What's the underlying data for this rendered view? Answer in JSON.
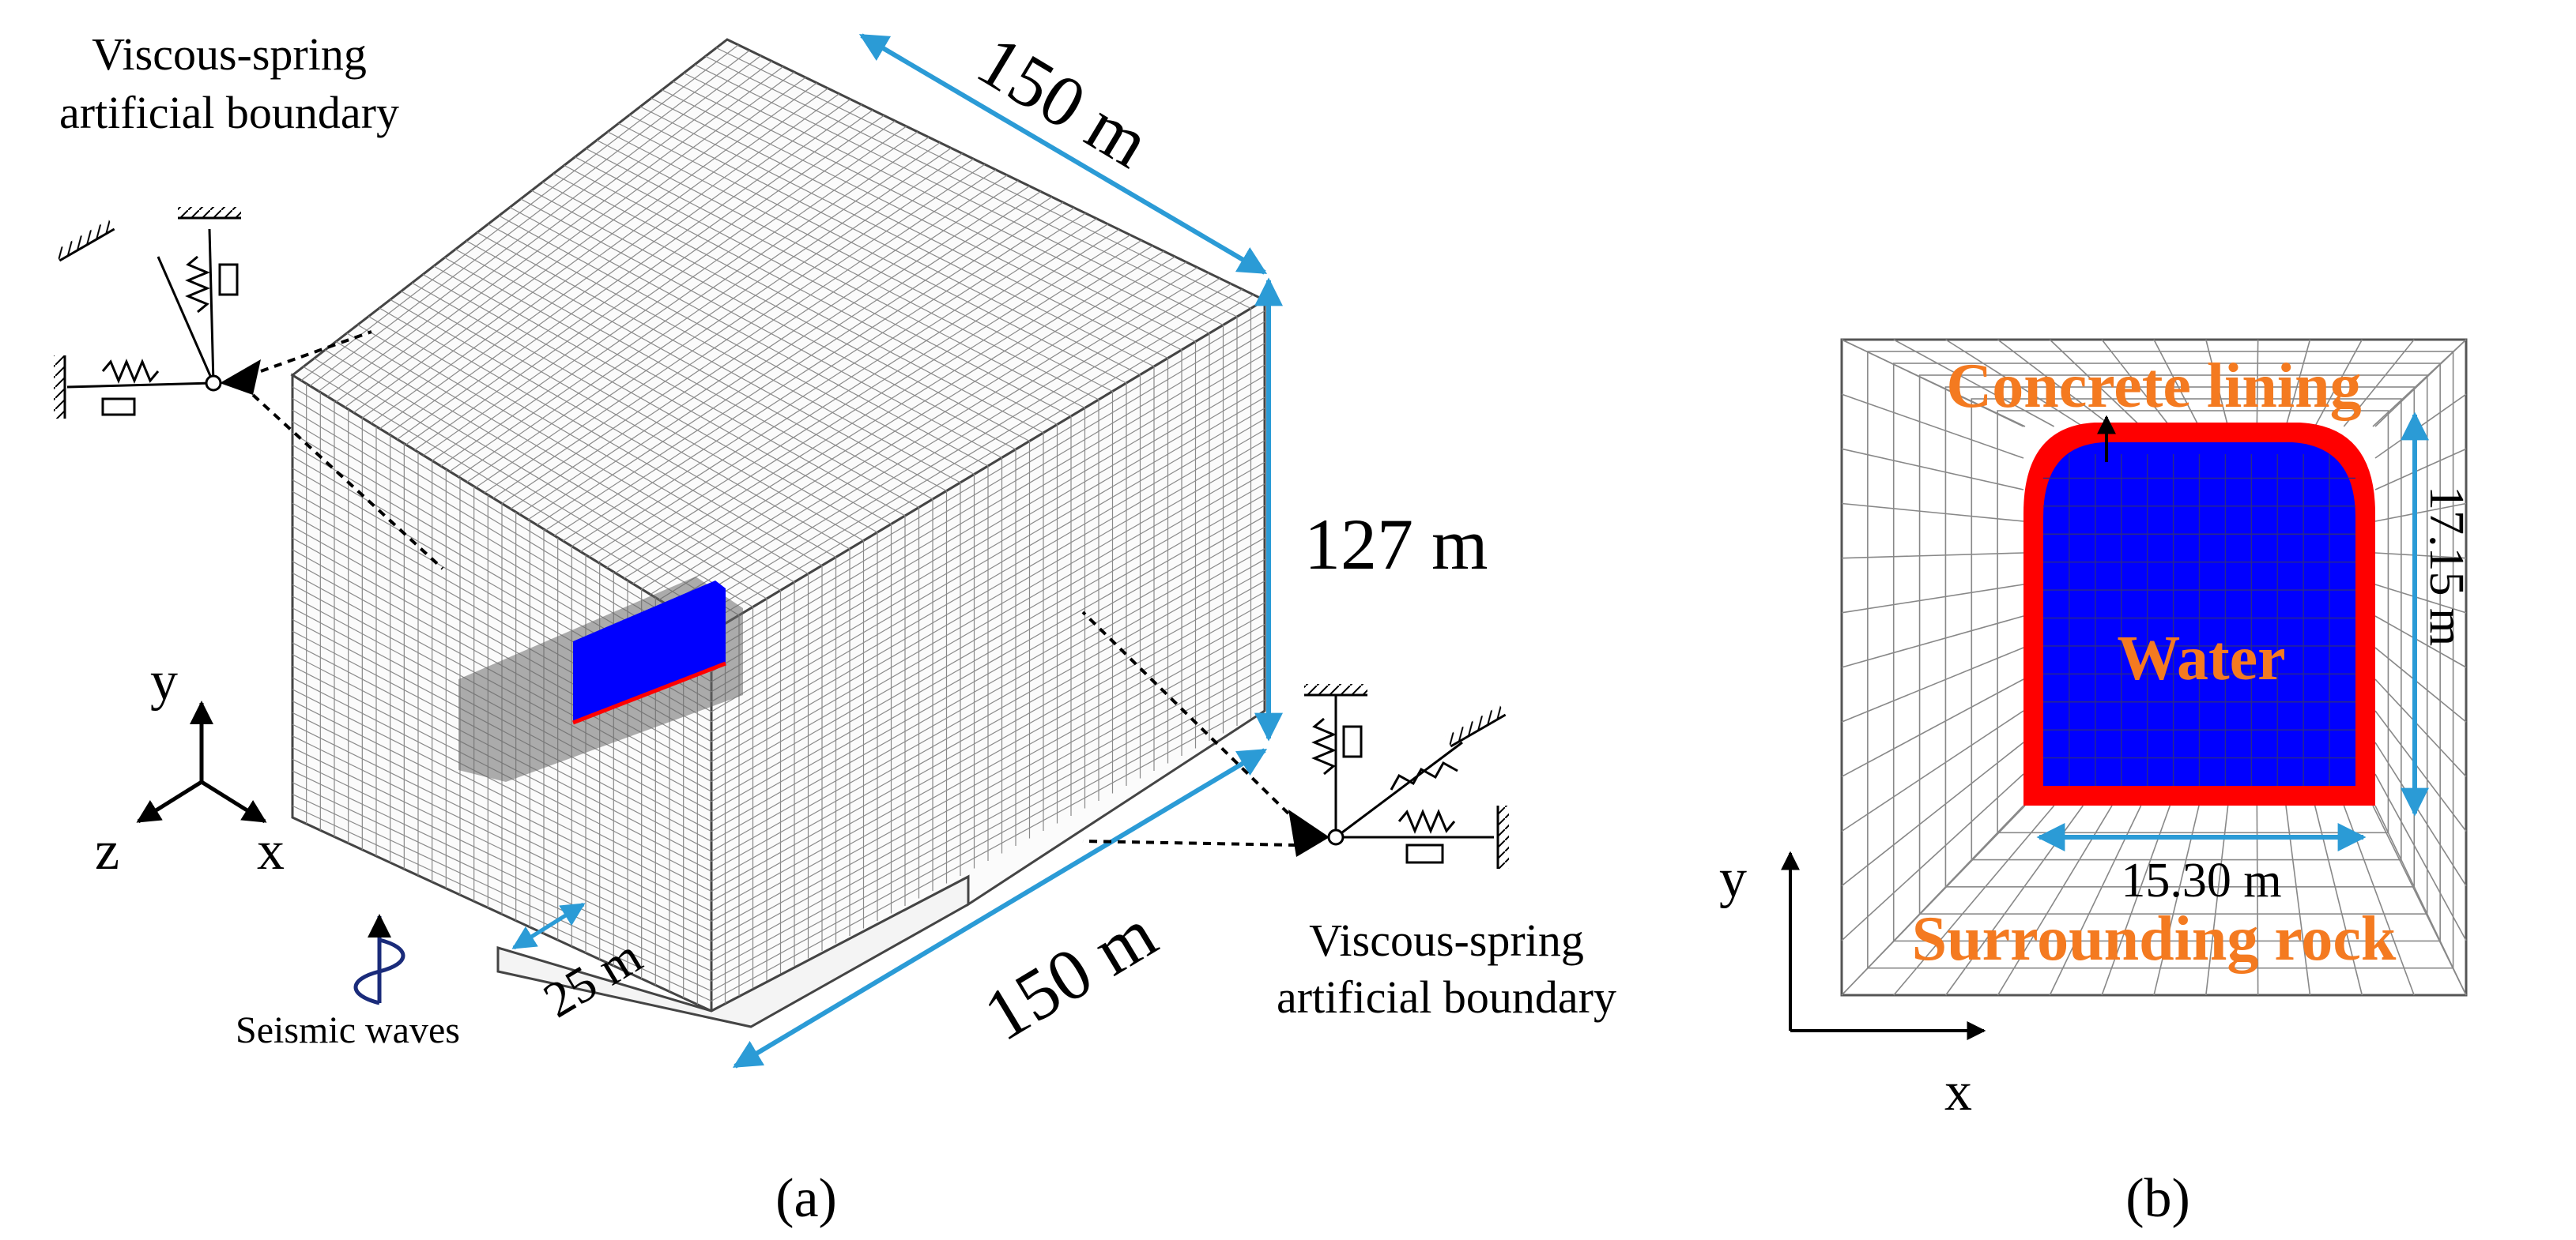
{
  "colors": {
    "dimension_arrow": "#2b9bd6",
    "water": "#0000ff",
    "lining": "#ff0000",
    "label_orange": "#f47a20",
    "mesh_line": "#555555",
    "seismic_wave": "#1a2b7a"
  },
  "panel_a": {
    "label": "(a)",
    "dimensions": {
      "top_length": "150 m",
      "height": "127 m",
      "bottom_length": "150 m",
      "width": "25 m"
    },
    "boundary_label_left_line1": "Viscous-spring",
    "boundary_label_left_line2": "artificial boundary",
    "boundary_label_right_line1": "Viscous-spring",
    "boundary_label_right_line2": "artificial boundary",
    "seismic_label": "Seismic waves",
    "axes": {
      "y": "y",
      "z": "z",
      "x": "x"
    }
  },
  "panel_b": {
    "label": "(b)",
    "labels": {
      "lining": "Concrete lining",
      "water": "Water",
      "rock": "Surrounding rock"
    },
    "dimensions": {
      "height": "17.15 m",
      "width": "15.30 m"
    },
    "axes": {
      "y": "y",
      "x": "x"
    }
  }
}
